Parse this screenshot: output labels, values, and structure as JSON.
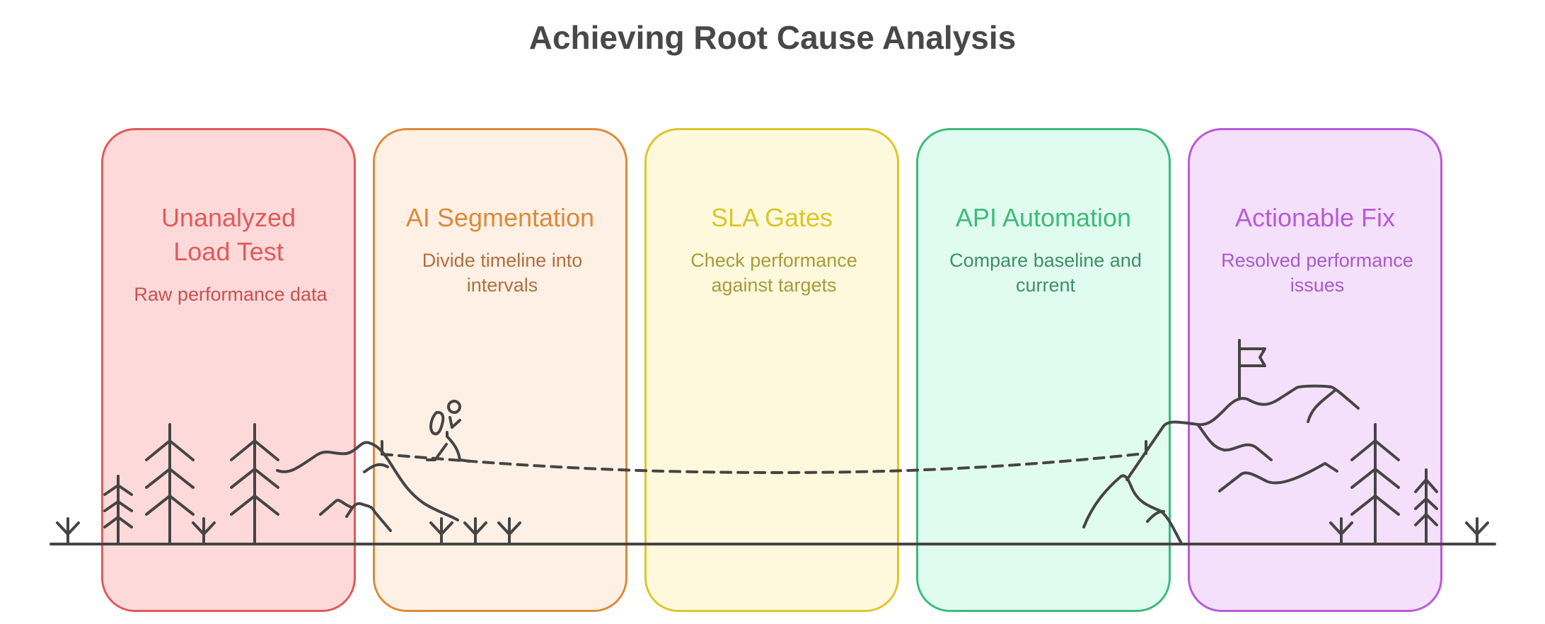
{
  "title": "Achieving Root Cause Analysis",
  "stages": [
    {
      "title": "Unanalyzed\nLoad Test",
      "title_lines": [
        "Unanalyzed",
        "Load Test"
      ],
      "description_lines": [
        "Raw performance data"
      ],
      "color": "#e05a5a",
      "fill": "#fed9d9"
    },
    {
      "title": "AI Segmentation",
      "title_lines": [
        "AI Segmentation"
      ],
      "description_lines": [
        "Divide timeline into",
        "intervals"
      ],
      "color": "#dc8a3a",
      "fill": "#fef0e4"
    },
    {
      "title": "SLA Gates",
      "title_lines": [
        "SLA Gates"
      ],
      "description_lines": [
        "Check performance",
        "against targets"
      ],
      "color": "#d9c62a",
      "fill": "#fef9dc"
    },
    {
      "title": "API Automation",
      "title_lines": [
        "API Automation"
      ],
      "description_lines": [
        "Compare baseline and",
        "current"
      ],
      "color": "#3dbb7a",
      "fill": "#e0fbef"
    },
    {
      "title": "Actionable Fix",
      "title_lines": [
        "Actionable Fix"
      ],
      "description_lines": [
        "Resolved performance",
        "issues"
      ],
      "color": "#b85ad8",
      "fill": "#f4e0fb"
    }
  ],
  "illustration": {
    "elements": [
      "trees",
      "grass",
      "hills",
      "hiker-with-backpack",
      "dashed-trail",
      "mountain",
      "summit-flag",
      "ground-line"
    ],
    "line_color": "#464444"
  }
}
